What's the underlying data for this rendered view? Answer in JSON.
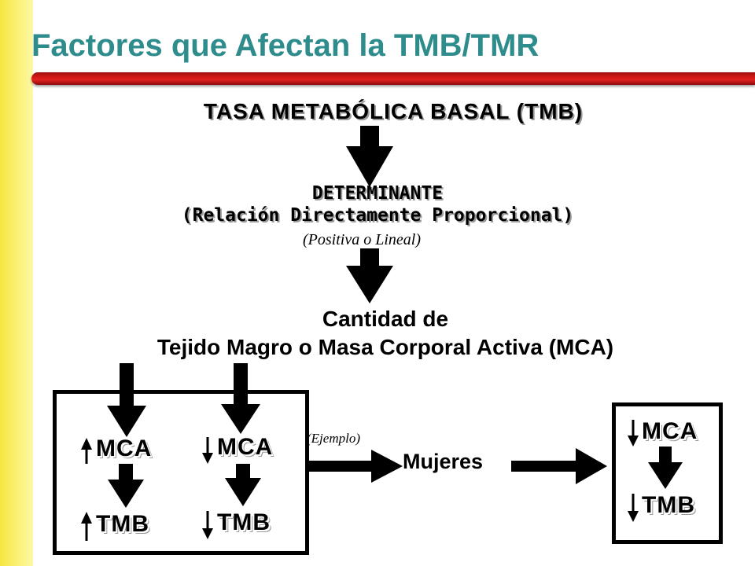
{
  "slide": {
    "title": "Factores que Afectan la TMB/TMR"
  },
  "diagram": {
    "tmb_heading": "TASA METABÓLICA BASAL (TMB)",
    "determinante": "DETERMINANTE",
    "relacion": "(Relación Directamente Proporcional)",
    "positiva": "(Positiva o Lineal)",
    "cantidad_line1": "Cantidad de",
    "cantidad_line2": "Tejido Magro o Masa Corporal Activa (MCA)",
    "left_box": {
      "col1_top": "MCA",
      "col1_bottom": "TMB",
      "col2_top": "MCA",
      "col2_bottom": "TMB"
    },
    "ejemplo": "(Ejemplo)",
    "mujeres": "Mujeres",
    "right_box": {
      "top": "MCA",
      "bottom": "TMB"
    }
  },
  "colors": {
    "title": "#2e8c8c",
    "accent_bar": "#d01818",
    "sidebar": "#f6e640"
  }
}
